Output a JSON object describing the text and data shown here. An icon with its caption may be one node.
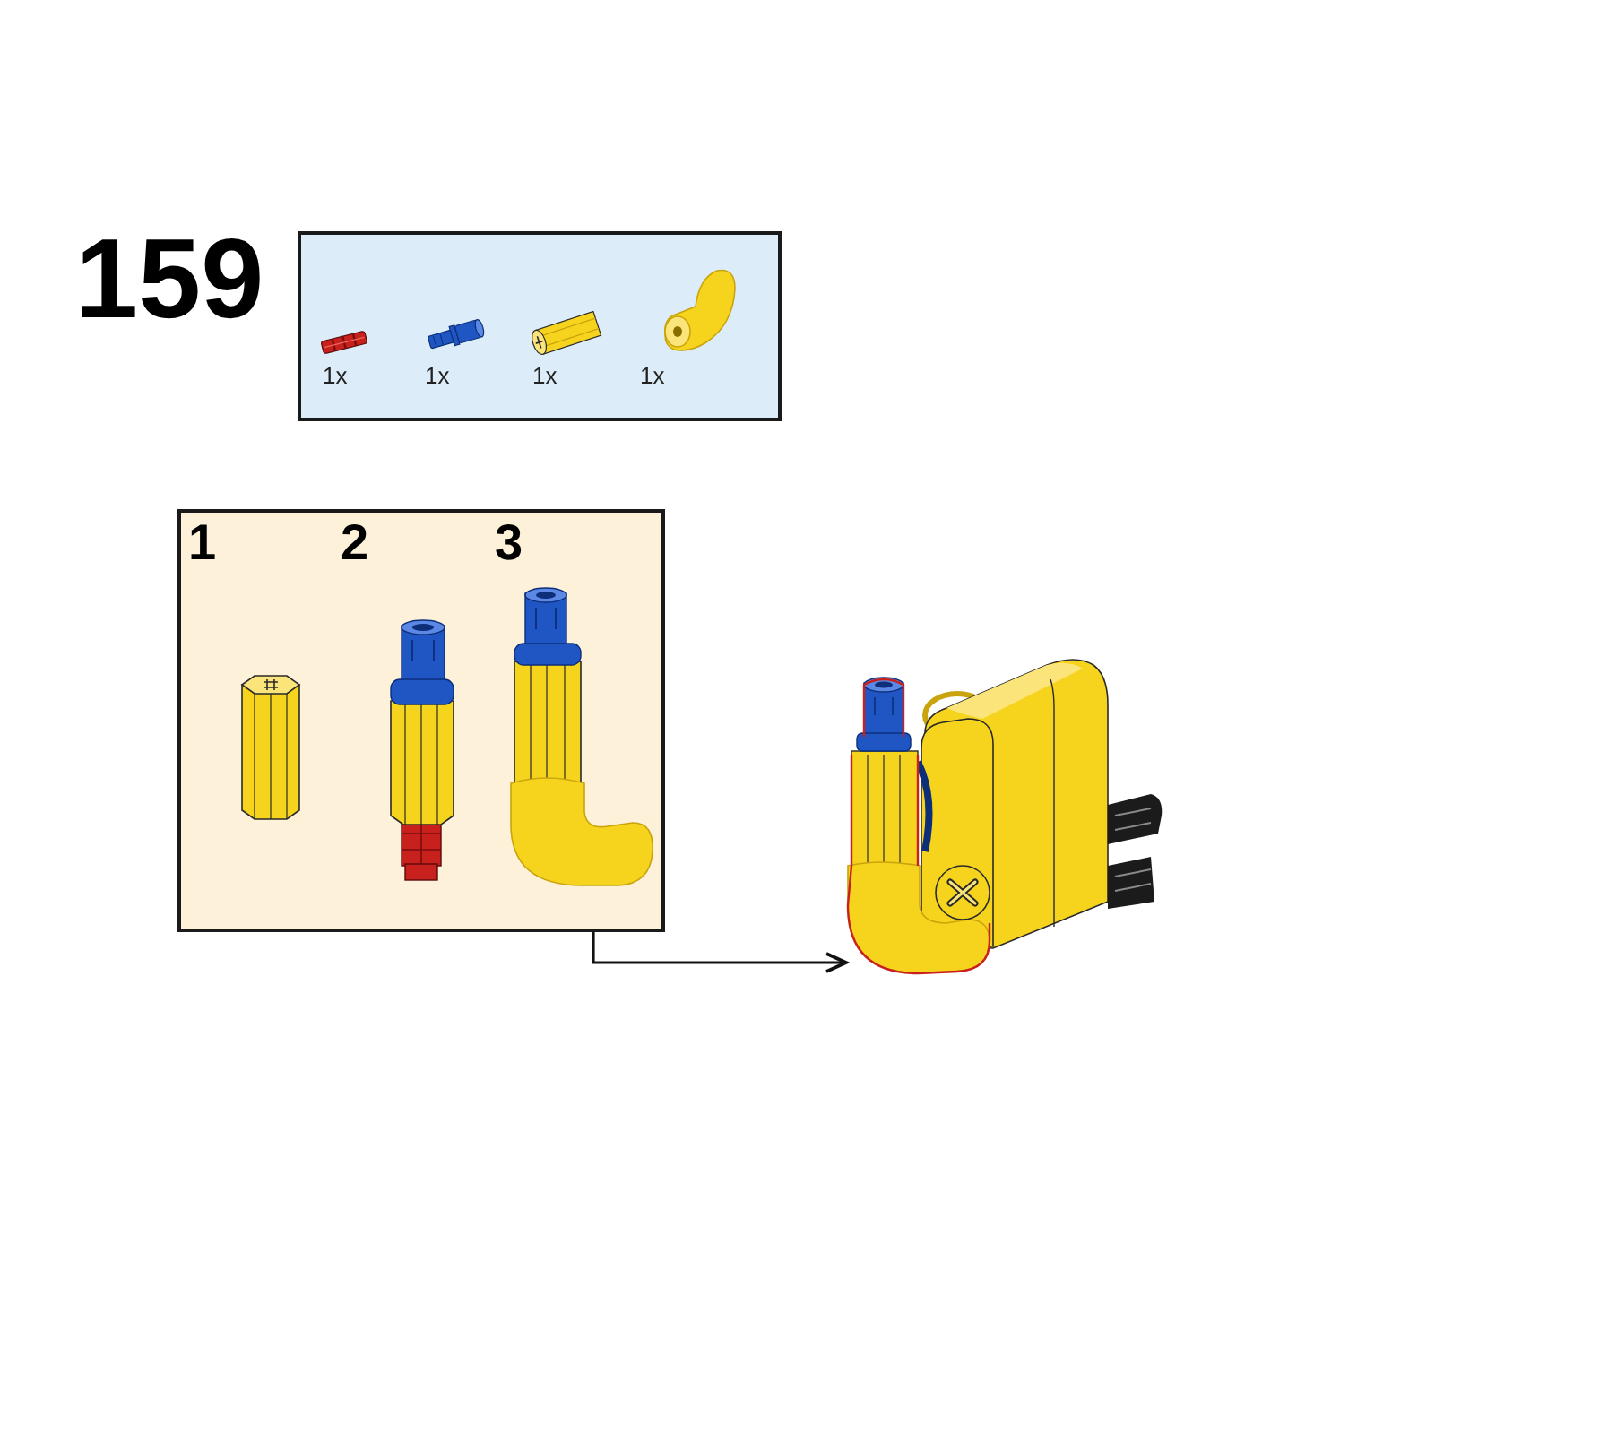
{
  "diagram": {
    "title": "159",
    "nodes": [
      {
        "text": [
          "1x",
          "1x",
          "1x",
          "1x"
        ]
      },
      {
        "text": [
          "1",
          "2",
          "3"
        ]
      },
      {
        "text": [],
        "shape": "picture"
      }
    ],
    "edges": [
      {
        "from": 1,
        "to": 2,
        "arrow": "to"
      }
    ]
  }
}
